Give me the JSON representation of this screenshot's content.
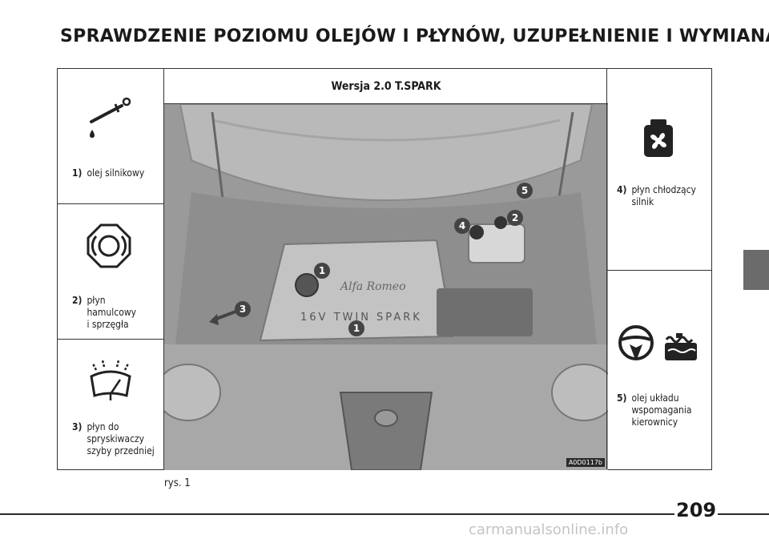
{
  "title": "SPRAWDZENIE POZIOMU OLEJÓW I PŁYNÓW, UZUPEŁNIENIE I WYMIANA",
  "version": "Wersja 2.0 T.SPARK",
  "left_items": [
    {
      "num": "1)",
      "label": "olej silnikowy",
      "icon": "oil-can-icon"
    },
    {
      "num": "2)",
      "label": "płyn\nhamulcowy\ni sprzęgła",
      "icon": "brake-icon"
    },
    {
      "num": "3)",
      "label": "płyn do\nspryskiwaczy\nszyby przedniej",
      "icon": "windshield-washer-icon"
    }
  ],
  "right_items": [
    {
      "num": "4)",
      "label": "płyn chłodzący\nsilnik",
      "icon": "coolant-icon"
    },
    {
      "num": "5)",
      "label": "olej układu\nwspomagania\nkierownicy",
      "icon": "power-steering-icon"
    }
  ],
  "photo": {
    "code": "A0D0117b",
    "engine_text": "16V  TWIN SPARK",
    "brand_script": "Alfa Romeo",
    "markers": [
      "1",
      "1",
      "2",
      "3",
      "4",
      "5"
    ]
  },
  "caption": "rys. 1",
  "page_number": "209",
  "watermark": "carmanualsonline.info"
}
